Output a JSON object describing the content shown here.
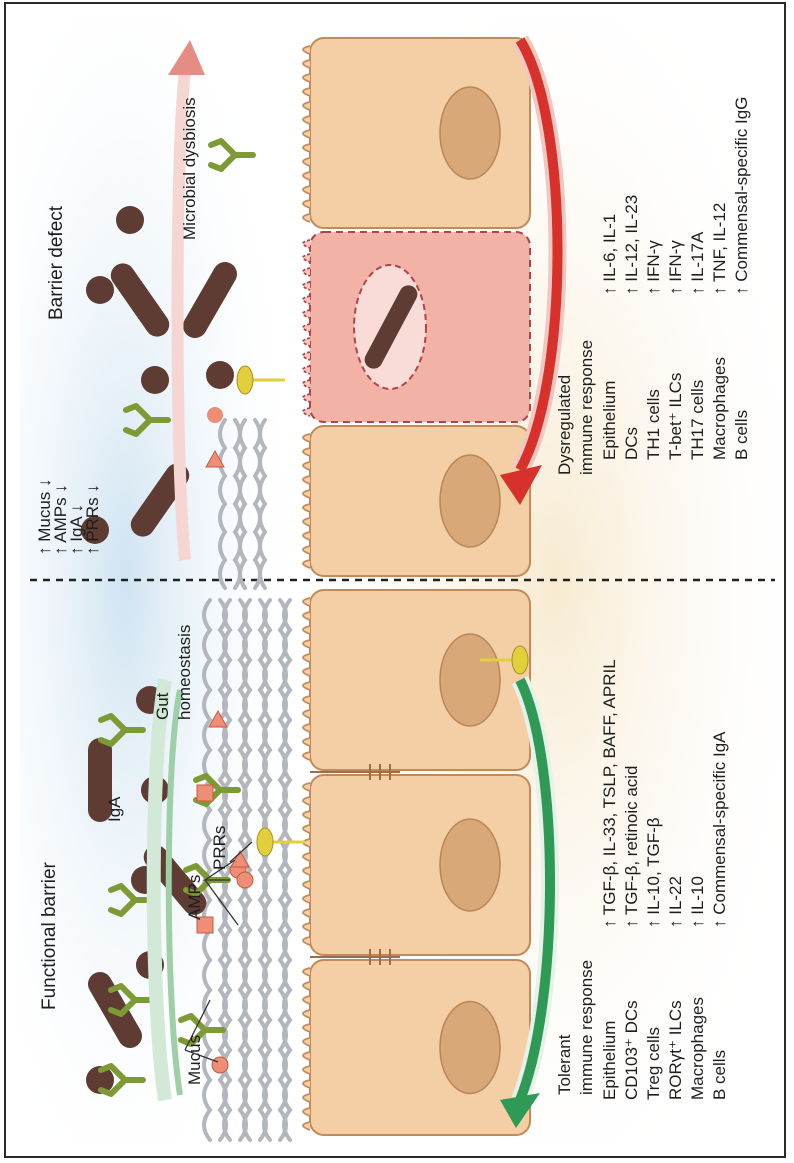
{
  "left_panel": {
    "title": "Functional barrier",
    "state": "Gut homeostasis",
    "labels": {
      "iga": "IgA",
      "amps": "AMPs",
      "prrs": "PRRs",
      "mucus": "Mucus"
    },
    "response_title": "Tolerant immune response",
    "rows": [
      {
        "cell": "Epithelium",
        "factors": "↑ TGF-β, IL-33, TSLP, BAFF, APRIL"
      },
      {
        "cell": "CD103⁺ DCs",
        "factors": "↑ TGF-β, retinoic acid"
      },
      {
        "cell": "Treg cells",
        "factors": "↑ IL-10, TGF-β"
      },
      {
        "cell": "RORγt⁺ ILCs",
        "factors": "↑ IL-22"
      },
      {
        "cell": "Macrophages",
        "factors": "↑ IL-10"
      },
      {
        "cell": "B cells",
        "factors": "↑ Commensal-specific IgA"
      }
    ]
  },
  "middle": {
    "changes": [
      "↑ Mucus ↓",
      "↑ AMPs ↓",
      "↑ IgA ↓",
      "↑ PRRs ↓"
    ]
  },
  "right_panel": {
    "title": "Barrier defect",
    "state": "Microbial dysbiosis",
    "response_title": "Dysregulated immune response",
    "rows": [
      {
        "cell": "Epithelium",
        "factors": "↑ IL-6, IL-1"
      },
      {
        "cell": "DCs",
        "factors": "↑ IL-12, IL-23"
      },
      {
        "cell": "TH1 cells",
        "factors": "↑ IFN-γ"
      },
      {
        "cell": "T-bet⁺ ILCs",
        "factors": "↑ IFN-γ"
      },
      {
        "cell": "TH17 cells",
        "factors": "↑ IL-17A"
      },
      {
        "cell": "Macrophages",
        "factors": "↑ TNF, IL-12"
      },
      {
        "cell": "B cells",
        "factors": "↑ Commensal-specific IgG"
      }
    ]
  },
  "colors": {
    "cell_fill": "#f4cfa5",
    "cell_stroke": "#c08a5a",
    "nucleus": "#d8a878",
    "damaged_cell": "#f2b3a6",
    "bacteria": "#5e3b33",
    "antibody": "#7d9a34",
    "mucus": "#b3b6bc",
    "prr": "#e2cf3c",
    "amp": "#ef8d75",
    "arrow_green": "#2f9a55",
    "arrow_red": "#d8302a"
  }
}
